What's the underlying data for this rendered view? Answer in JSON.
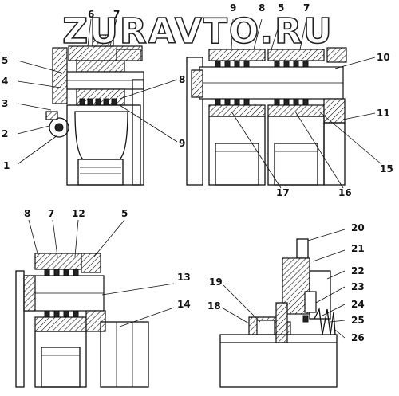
{
  "watermark": "ZURAVTO.RU",
  "view_a": {
    "labels": [
      "6",
      "7",
      "5",
      "4",
      "3",
      "2",
      "1",
      "8",
      "9"
    ]
  },
  "view_b": {
    "labels": [
      "9",
      "8",
      "5",
      "7",
      "10",
      "11",
      "15",
      "16",
      "17"
    ]
  },
  "view_c": {
    "labels": [
      "8",
      "7",
      "12",
      "5",
      "13",
      "14"
    ]
  },
  "view_d": {
    "labels": [
      "20",
      "21",
      "22",
      "23",
      "24",
      "25",
      "26",
      "19",
      "18"
    ]
  }
}
